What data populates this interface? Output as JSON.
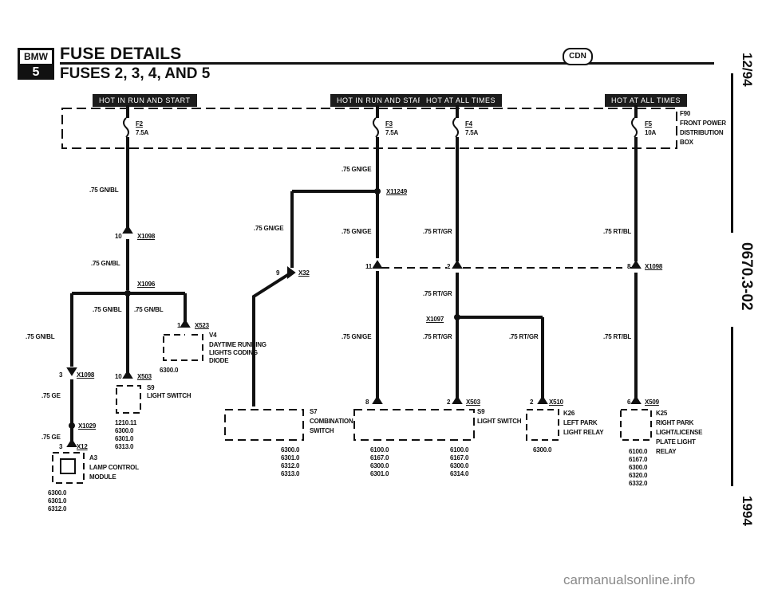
{
  "header": {
    "brand_top": "BMW",
    "brand_bottom": "5",
    "title": "FUSE DETAILS",
    "subtitle": "FUSES 2, 3, 4, AND 5",
    "badge": "CDN"
  },
  "side": {
    "date": "12/94",
    "code": "0670.3-02",
    "year": "1994"
  },
  "hot_labels": [
    "HOT IN RUN AND START",
    "HOT IN RUN AND START",
    "HOT AT ALL TIMES",
    "HOT AT ALL TIMES"
  ],
  "fuse_box": {
    "id": "F90",
    "lines": [
      "FRONT POWER",
      "DISTRIBUTION",
      "BOX"
    ]
  },
  "fuses": [
    {
      "id": "F2",
      "rating": "7.5A"
    },
    {
      "id": "F3",
      "rating": "7.5A"
    },
    {
      "id": "F4",
      "rating": "7.5A"
    },
    {
      "id": "F5",
      "rating": "10A"
    }
  ],
  "wires": {
    "gn_bl": ".75 GN/BL",
    "gn_ge": ".75 GN/GE",
    "rt_gr": ".75 RT/GR",
    "rt_bl": ".75 RT/BL",
    "ge": ".75 GE"
  },
  "connectors": {
    "x1098": "X1098",
    "x1096": "X1096",
    "x523": "X523",
    "x503": "X503",
    "x12": "X12",
    "x1029": "X1029",
    "x32": "X32",
    "x11249": "X11249",
    "x1097": "X1097",
    "x510": "X510",
    "x509": "X509"
  },
  "pins": {
    "p10": "10",
    "p1": "1",
    "p3": "3",
    "p9": "9",
    "p11": "11",
    "p2": "2",
    "p8": "8",
    "p6": "6"
  },
  "components": {
    "v4": {
      "id": "V4",
      "lines": [
        "DAYTIME RUNNING",
        "LIGHTS CODING",
        "DIODE"
      ],
      "refs": [
        "6300.0"
      ]
    },
    "s9a": {
      "id": "S9",
      "lines": [
        "LIGHT SWITCH"
      ],
      "refs": [
        "1210.11",
        "6300.0",
        "6301.0",
        "6313.0"
      ]
    },
    "a3": {
      "id": "A3",
      "lines": [
        "LAMP CONTROL",
        "MODULE"
      ],
      "refs": [
        "6300.0",
        "6301.0",
        "6312.0"
      ]
    },
    "s7": {
      "id": "S7",
      "lines": [
        "COMBINATION",
        "SWITCH"
      ],
      "refs": [
        "6300.0",
        "6301.0",
        "6312.0",
        "6313.0"
      ]
    },
    "s9b": {
      "id": "S9",
      "lines": [
        "LIGHT SWITCH"
      ],
      "refs_a": [
        "6100.0",
        "6167.0",
        "6300.0",
        "6301.0"
      ],
      "refs_b": [
        "6100.0",
        "6167.0",
        "6300.0",
        "6314.0"
      ]
    },
    "k26": {
      "id": "K26",
      "lines": [
        "LEFT PARK",
        "LIGHT RELAY"
      ],
      "refs": [
        "6300.0"
      ]
    },
    "k25": {
      "id": "K25",
      "lines": [
        "RIGHT PARK",
        "LIGHT/LICENSE",
        "PLATE LIGHT",
        "RELAY"
      ],
      "refs": [
        "6100.0",
        "6167.0",
        "6300.0",
        "6320.0",
        "6332.0"
      ]
    }
  },
  "watermark": "carmanualsonline.info"
}
